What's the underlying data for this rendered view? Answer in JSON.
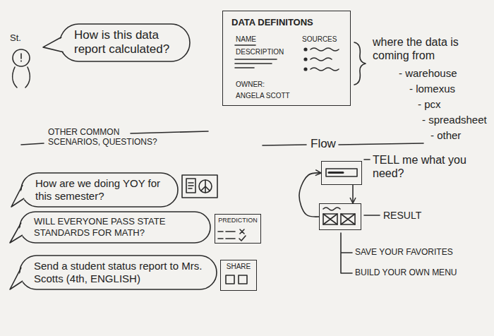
{
  "diagram": {
    "nodes": [
      {
        "text": [
          "How is this data report calculated?"
        ]
      },
      {
        "text": [
          "DATA DEFINITONS",
          "NAME",
          "DESCRIPTION",
          "SOURCES",
          "OWNER:",
          "ANGELA SCOTT"
        ]
      },
      {
        "text": [
          "How are we doing YOY for this semester?"
        ]
      },
      {
        "text": [
          "WILL EVERYONE PASS STATE STANDARDS FOR MATH?"
        ]
      },
      {
        "text": [
          "PREDICTION"
        ]
      },
      {
        "text": [
          "Send a student status report to Mrs. Scotts (4th, ENGLISH)"
        ]
      },
      {
        "text": [
          "SHARE"
        ]
      },
      {
        "text": [
          "TELL me what you need?"
        ]
      },
      {
        "text": [
          "RESULT"
        ]
      }
    ],
    "edges": [
      {
        "from": 7,
        "to": 8,
        "arrow": "to"
      },
      {
        "from": 8,
        "to": 7,
        "arrow": "to"
      }
    ],
    "labels": [
      "St.",
      "where the data is coming from",
      "- warehouse",
      "- lomexus",
      "- pcx",
      "- spreadsheet",
      "- other",
      "OTHER COMMON SCENARIOS, QUESTIONS?",
      "Flow",
      "SAVE YOUR FAVORITES",
      "BUILD YOUR OWN MENU"
    ]
  }
}
